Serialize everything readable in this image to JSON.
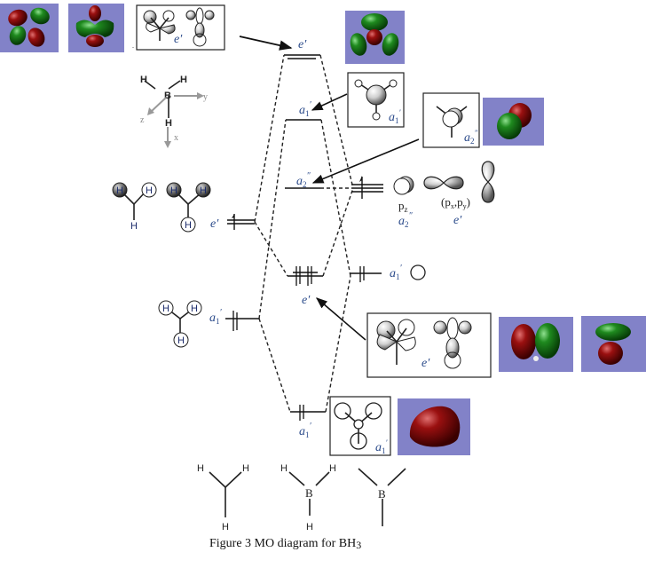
{
  "figure": {
    "caption": "Figure 3 MO diagram for BH3",
    "caption_parts": {
      "prefix": "Figure 3 MO diagram for BH",
      "subscript": "3"
    },
    "type": "molecular-orbital-diagram",
    "molecule": "BH3"
  },
  "coordinate_system": {
    "atoms": {
      "center": "B",
      "h1": "H",
      "h2": "H",
      "h3": "H"
    },
    "axes": {
      "x": "x",
      "y": "y",
      "z": "z"
    }
  },
  "left_fragment": {
    "description": "3 H ligand group orbitals",
    "orbitals": [
      {
        "symmetry": "e'",
        "sym_letter": "e",
        "sym_prime": "′",
        "electrons": 1,
        "atom_label": "H"
      },
      {
        "symmetry": "a1'",
        "sym_letter": "a",
        "sym_sub": "1",
        "sym_prime": "′",
        "electrons": 2,
        "atom_label": "H"
      }
    ]
  },
  "right_fragment": {
    "description": "B atomic orbitals",
    "orbitals": [
      {
        "symmetry": "a2''",
        "sym_letter": "a",
        "sym_sub": "2",
        "sym_prime": "″",
        "name": "pz",
        "name_base": "p",
        "name_sub": "z"
      },
      {
        "symmetry": "e'",
        "sym_letter": "e",
        "sym_prime": "′",
        "name": "(px,py)",
        "name_base": "(p",
        "name_sub1": "x",
        "name_mid": ",p",
        "name_sub2": "y",
        "name_end": ")"
      },
      {
        "symmetry": "a1'",
        "sym_letter": "a",
        "sym_sub": "1",
        "sym_prime": "′",
        "name": "s"
      }
    ],
    "electrons": 3
  },
  "molecular_orbitals": [
    {
      "symmetry": "e'",
      "sym_letter": "e",
      "sym_prime": "′",
      "type": "antibonding",
      "occupancy": 0,
      "rank": 5
    },
    {
      "symmetry": "a1'",
      "sym_letter": "a",
      "sym_sub": "1",
      "sym_prime": "′",
      "type": "antibonding",
      "occupancy": 0,
      "rank": 4
    },
    {
      "symmetry": "a2''",
      "sym_letter": "a",
      "sym_sub": "2",
      "sym_prime": "″",
      "type": "nonbonding",
      "occupancy": 0,
      "rank": 3
    },
    {
      "symmetry": "e'",
      "sym_letter": "e",
      "sym_prime": "′",
      "type": "bonding",
      "occupancy": 4,
      "rank": 2
    },
    {
      "symmetry": "a1'",
      "sym_letter": "a",
      "sym_sub": "1",
      "sym_prime": "′",
      "type": "bonding",
      "occupancy": 2,
      "rank": 1
    }
  ],
  "inset_boxes": [
    {
      "id": "e-prime-antibonding",
      "label_letter": "e",
      "label_prime": "′"
    },
    {
      "id": "a1-prime-antibonding",
      "label_letter": "a",
      "label_sub": "1",
      "label_prime": "′"
    },
    {
      "id": "a2-double-prime",
      "label_letter": "a",
      "label_sub": "2",
      "label_prime": "″"
    },
    {
      "id": "e-prime-bonding",
      "label_letter": "e",
      "label_prime": "′"
    },
    {
      "id": "a1-prime-bonding",
      "label_letter": "a",
      "label_sub": "1",
      "label_prime": "′"
    }
  ],
  "bottom_structures": [
    {
      "name": "H3-fragment",
      "atoms": [
        "H",
        "H",
        "H"
      ]
    },
    {
      "name": "BH3",
      "atoms": [
        "H",
        "H",
        "B",
        "H"
      ]
    },
    {
      "name": "B-with-bonds",
      "atoms": [
        "B"
      ]
    }
  ],
  "colors": {
    "render_bg": "#8282c8",
    "lobe_red": "#8b0a0a",
    "lobe_green": "#1e7a1e",
    "label_blue": "#2a4a8a"
  }
}
